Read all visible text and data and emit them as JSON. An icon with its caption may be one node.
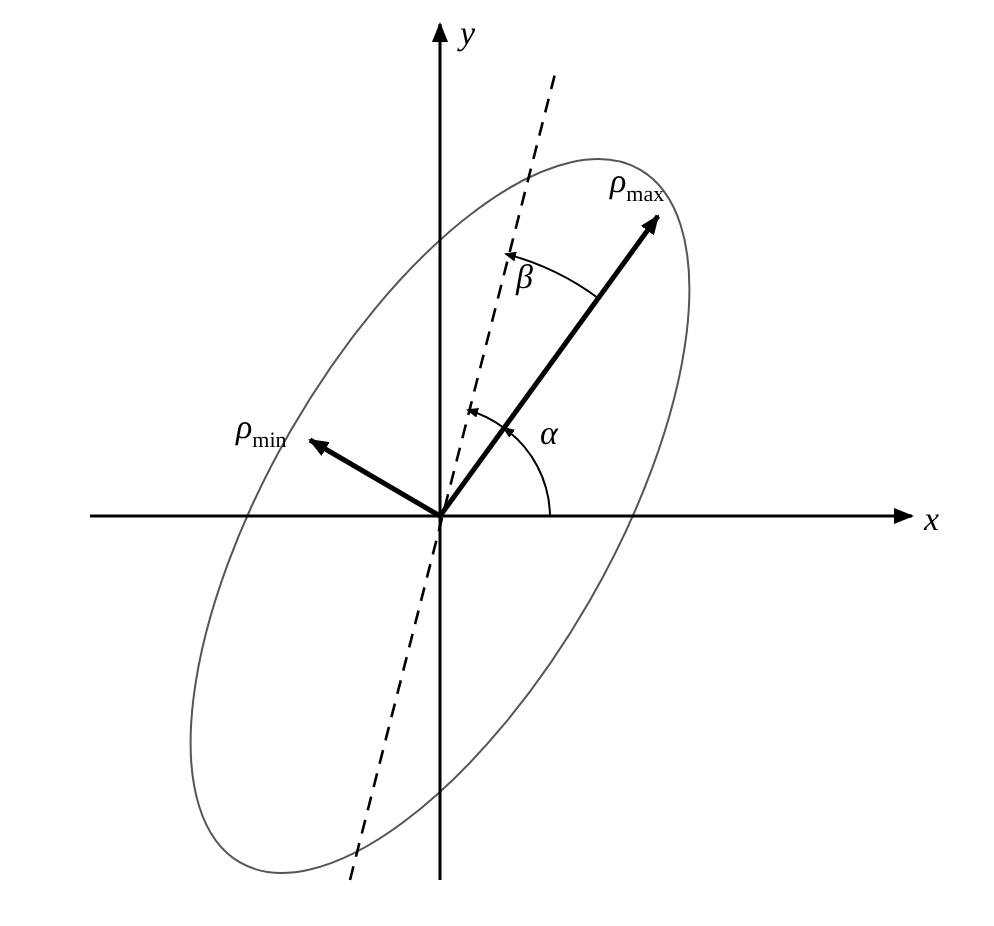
{
  "diagram": {
    "labels": [
      "y",
      "ρ$_{max}$",
      "β",
      "ρ$_{min}$",
      "α",
      "x"
    ]
  }
}
